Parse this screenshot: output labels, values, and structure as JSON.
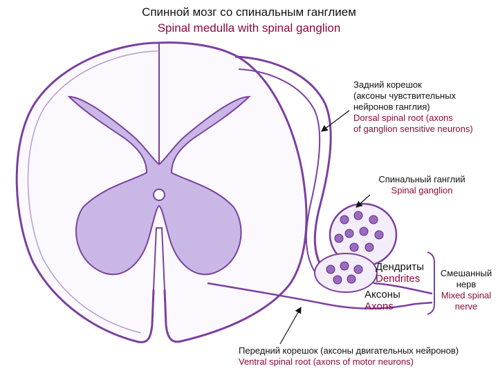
{
  "title": {
    "ru": "Спинной мозг  со спинальным ганглием",
    "en": "Spinal medulla with spinal ganglion"
  },
  "labels": {
    "dorsal_root": {
      "ru": [
        "Задний корешок",
        "(аксоны чувствительных",
        "нейронов ганглия)"
      ],
      "en": [
        "Dorsal spinal root (axons",
        "of ganglion sensitive neurons)"
      ]
    },
    "ganglion": {
      "ru": "Спинальный ганглий",
      "en": "Spinal ganglion"
    },
    "dendrites": {
      "ru": "Дендриты",
      "en": "Dendrites"
    },
    "axons": {
      "ru": "Аксоны",
      "en": "Axons"
    },
    "mixed_nerve": {
      "ru": [
        "Смешанный",
        "нерв"
      ],
      "en": [
        "Mixed spinal",
        "nerve"
      ]
    },
    "ventral_root": {
      "ru": "Передний корешок (аксоны двигательных нейронов)",
      "en": "Ventral spinal root (axons of motor neurons)"
    }
  },
  "colors": {
    "stain": "#7b3fa0",
    "grey_matter": "#c9b8e6",
    "text_en": "#8b0a3a"
  }
}
